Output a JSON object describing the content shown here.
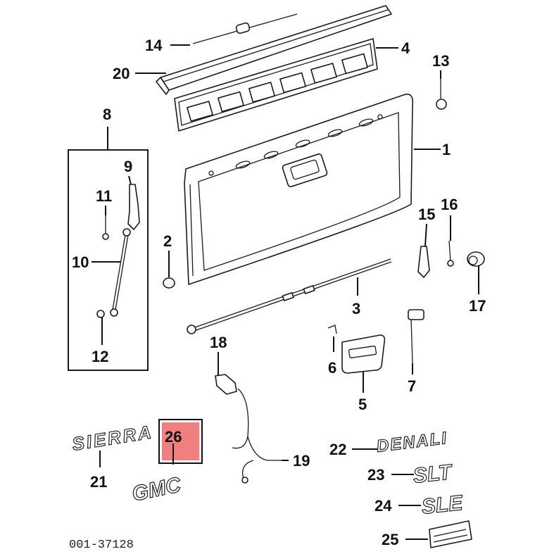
{
  "diagram": {
    "reference_number": "001-37128",
    "highlight_color": "#f08080",
    "callouts": {
      "c1": "1",
      "c2": "2",
      "c3": "3",
      "c4": "4",
      "c5": "5",
      "c6": "6",
      "c7": "7",
      "c8": "8",
      "c9": "9",
      "c10": "10",
      "c11": "11",
      "c12": "12",
      "c13": "13",
      "c14": "14",
      "c15": "15",
      "c16": "16",
      "c17": "17",
      "c18": "18",
      "c19": "19",
      "c20": "20",
      "c21": "21",
      "c22": "22",
      "c23": "23",
      "c24": "24",
      "c25": "25",
      "c26": "26"
    },
    "emblems": {
      "sierra": "SIERRA",
      "gmc": "GMC",
      "denali": "DENALI",
      "slt": "SLT",
      "sle": "SLE"
    }
  }
}
